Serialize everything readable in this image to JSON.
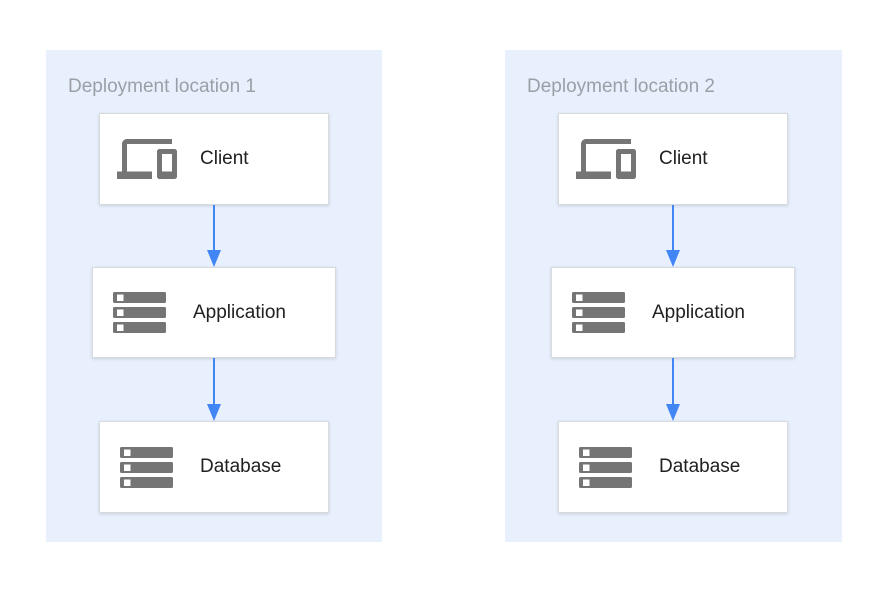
{
  "colors": {
    "page_bg": "#ffffff",
    "panel_bg": "#e8f0fe",
    "box_bg": "#ffffff",
    "box_border": "#d9dadb",
    "arrow_blue": "#4285f4",
    "icon_gray": "#757575",
    "title_gray": "#9aa0a6",
    "label_color": "#212121"
  },
  "diagram": {
    "panels": [
      {
        "title": "Deployment location 1",
        "nodes": [
          {
            "label": "Client",
            "icon": "devices-icon"
          },
          {
            "label": "Application",
            "icon": "server-stack-icon"
          },
          {
            "label": "Database",
            "icon": "server-stack-icon"
          }
        ],
        "connections": [
          {
            "from": "Client",
            "to": "Application",
            "style": "blue-arrow-down"
          },
          {
            "from": "Application",
            "to": "Database",
            "style": "blue-arrow-down"
          }
        ]
      },
      {
        "title": "Deployment location 2",
        "nodes": [
          {
            "label": "Client",
            "icon": "devices-icon"
          },
          {
            "label": "Application",
            "icon": "server-stack-icon"
          },
          {
            "label": "Database",
            "icon": "server-stack-icon"
          }
        ],
        "connections": [
          {
            "from": "Client",
            "to": "Application",
            "style": "blue-arrow-down"
          },
          {
            "from": "Application",
            "to": "Database",
            "style": "blue-arrow-down"
          }
        ]
      }
    ]
  }
}
